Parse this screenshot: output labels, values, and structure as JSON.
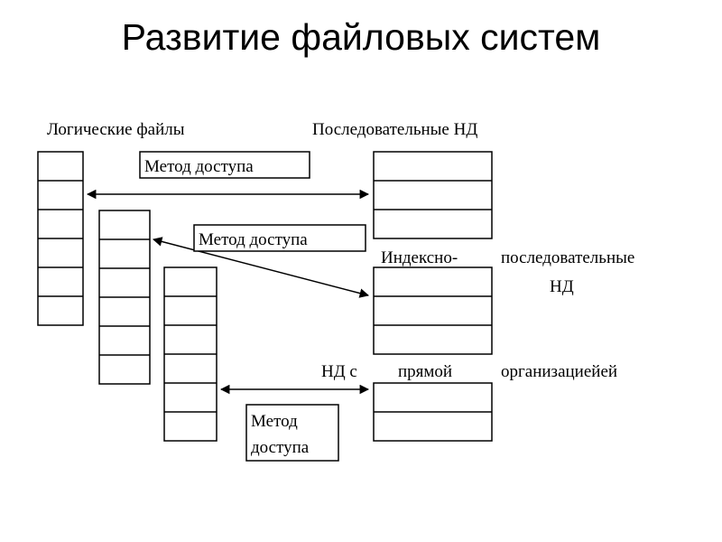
{
  "title": "Развитие файловых систем",
  "labels": {
    "logical_files": "Логические файлы",
    "sequential_nd": "Последовательные НД",
    "indexed_part1": "Индексно-",
    "indexed_part2": "последовательные",
    "indexed_part3": "НД",
    "direct_part1": "НД с",
    "direct_part2": "прямой",
    "direct_part3": "организациейей"
  },
  "access_method": {
    "label_1": "Метод доступа",
    "label_2": "Метод доступа",
    "label_3_line1": "Метод",
    "label_3_line2": "доступа"
  }
}
